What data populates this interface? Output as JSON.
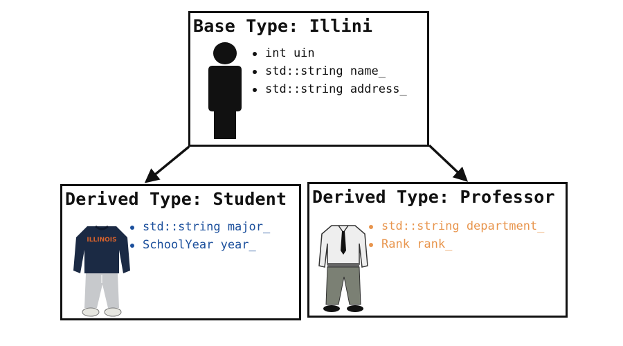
{
  "base": {
    "title": "Base Type: Illini",
    "fields": [
      "int uin",
      "std::string name_",
      "std::string address_"
    ],
    "icon": "person-silhouette-icon"
  },
  "student": {
    "title": "Derived Type: Student",
    "fields": [
      "std::string major_",
      "SchoolYear year_"
    ],
    "field_color": "#1b4f9c",
    "icon": "student-outfit-icon",
    "sweatshirt_text": "ILLINOIS"
  },
  "professor": {
    "title": "Derived Type: Professor",
    "fields": [
      "std::string department_",
      "Rank rank_"
    ],
    "field_color": "#e8954d",
    "icon": "professor-outfit-icon"
  }
}
